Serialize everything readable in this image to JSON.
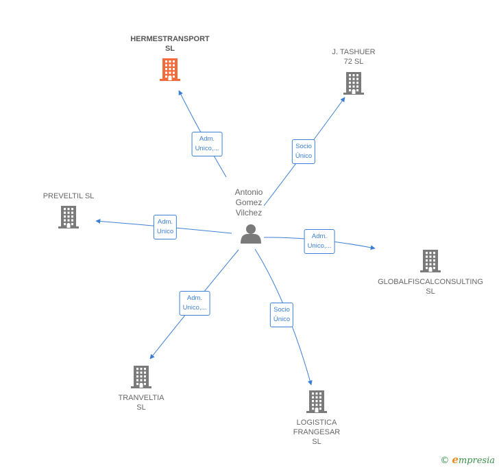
{
  "center": {
    "label": "Antonio\nGomez\nVilchez",
    "icon": "person-icon"
  },
  "companies": [
    {
      "id": "hermestransport",
      "label": "HERMESTRANSPORT\nSL",
      "main": true,
      "color": "#f26b3a"
    },
    {
      "id": "jtashuer",
      "label": "J. TASHUER\n72  SL",
      "main": false,
      "color": "#7a7a7a"
    },
    {
      "id": "preveltil",
      "label": "PREVELTIL  SL",
      "main": false,
      "color": "#7a7a7a"
    },
    {
      "id": "globalfiscal",
      "label": "GLOBALFISCALCONSULTING\nSL",
      "main": false,
      "color": "#7a7a7a"
    },
    {
      "id": "tranveltia",
      "label": "TRANVELTIA\nSL",
      "main": false,
      "color": "#7a7a7a"
    },
    {
      "id": "logistica",
      "label": "LOGISTICA\nFRANGESAR\nSL",
      "main": false,
      "color": "#7a7a7a"
    }
  ],
  "relations": [
    {
      "to": "hermestransport",
      "label": "Adm.\nUnico,..."
    },
    {
      "to": "jtashuer",
      "label": "Socio\nÚnico"
    },
    {
      "to": "preveltil",
      "label": "Adm.\nUnico"
    },
    {
      "to": "globalfiscal",
      "label": "Adm.\nUnico,..."
    },
    {
      "to": "tranveltia",
      "label": "Adm.\nUnico,..."
    },
    {
      "to": "logistica",
      "label": "Socio\nÚnico"
    }
  ],
  "colors": {
    "edge": "#3b7fd4",
    "building": "#7a7a7a",
    "building_main": "#f26b3a",
    "person": "#7a7a7a"
  },
  "footer": {
    "copyright": "©",
    "brand_initial": "e",
    "brand_rest": "mpresia"
  }
}
